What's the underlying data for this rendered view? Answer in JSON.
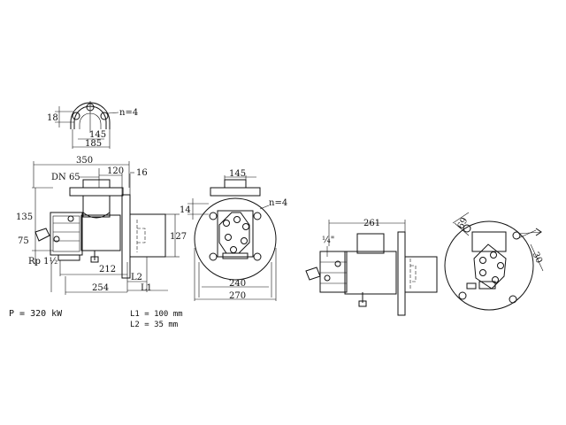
{
  "flange_detail": {
    "d18": "18",
    "holes": "n=4",
    "d145": "145",
    "d185": "185"
  },
  "side_view": {
    "d350": "350",
    "dn": "DN 65",
    "d120": "120",
    "d16": "16",
    "d135": "135",
    "d75": "75",
    "rp": "Rp 1½",
    "d212": "212",
    "L2": "L2",
    "d254": "254",
    "L1": "L1",
    "d127": "127"
  },
  "front_view": {
    "d145": "145",
    "d14": "14",
    "holes": "n=4",
    "d240": "240",
    "d270": "270"
  },
  "right_view": {
    "d261": "261",
    "quarter": "¼\"",
    "d69": "69",
    "d30": "30"
  },
  "notes": {
    "power": "P = 320 kW",
    "l1": "L1 = 100 mm",
    "l2": "L2 = 35 mm"
  }
}
